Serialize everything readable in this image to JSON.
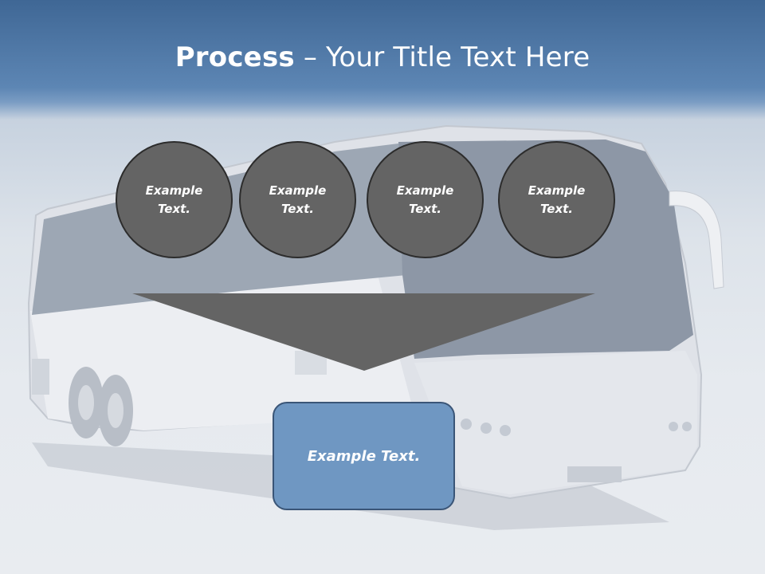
{
  "slide": {
    "title_bold": "Process",
    "title_rest": " – Your Title Text Here",
    "steps": [
      {
        "line1": "Example",
        "line2": "Text."
      },
      {
        "line1": "Example",
        "line2": "Text."
      },
      {
        "line1": "Example",
        "line2": "Text."
      },
      {
        "line1": "Example",
        "line2": "Text."
      }
    ],
    "result_text": "Example Text.",
    "background_image": "bus-photo",
    "colors": {
      "header_band": "#4a72a0",
      "circle_fill": "#646464",
      "funnel_fill": "#646464",
      "result_fill": "#6f97c2"
    }
  }
}
